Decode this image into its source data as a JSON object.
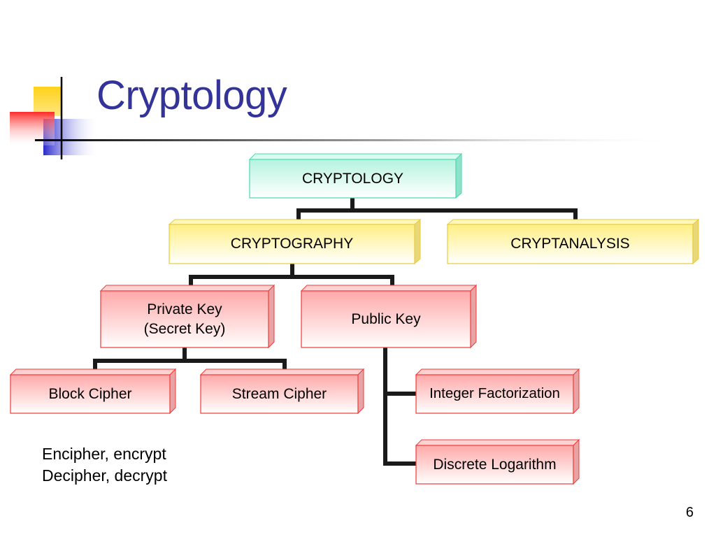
{
  "slide": {
    "title": "Cryptology",
    "page_number": "6",
    "notes": [
      "Encipher, encrypt",
      "Decipher, decrypt"
    ]
  },
  "colors": {
    "title": "#333399",
    "teal_box": "#b8f5e2",
    "yellow_box": "#fff08a",
    "red_box": "#ffb3b3",
    "connector": "#1a1a1a",
    "deco_yellow": "#ffcc00",
    "deco_red": "#ff3333",
    "deco_blue": "#3333cc"
  },
  "diagram": {
    "nodes": {
      "cryptology": "CRYPTOLOGY",
      "cryptography": "CRYPTOGRAPHY",
      "cryptanalysis": "CRYPTANALYSIS",
      "private_key": "Private Key\n(Secret Key)",
      "public_key": "Public Key",
      "block_cipher": "Block Cipher",
      "stream_cipher": "Stream Cipher",
      "integer_factorization": "Integer Factorization",
      "discrete_logarithm": "Discrete Logarithm"
    }
  }
}
